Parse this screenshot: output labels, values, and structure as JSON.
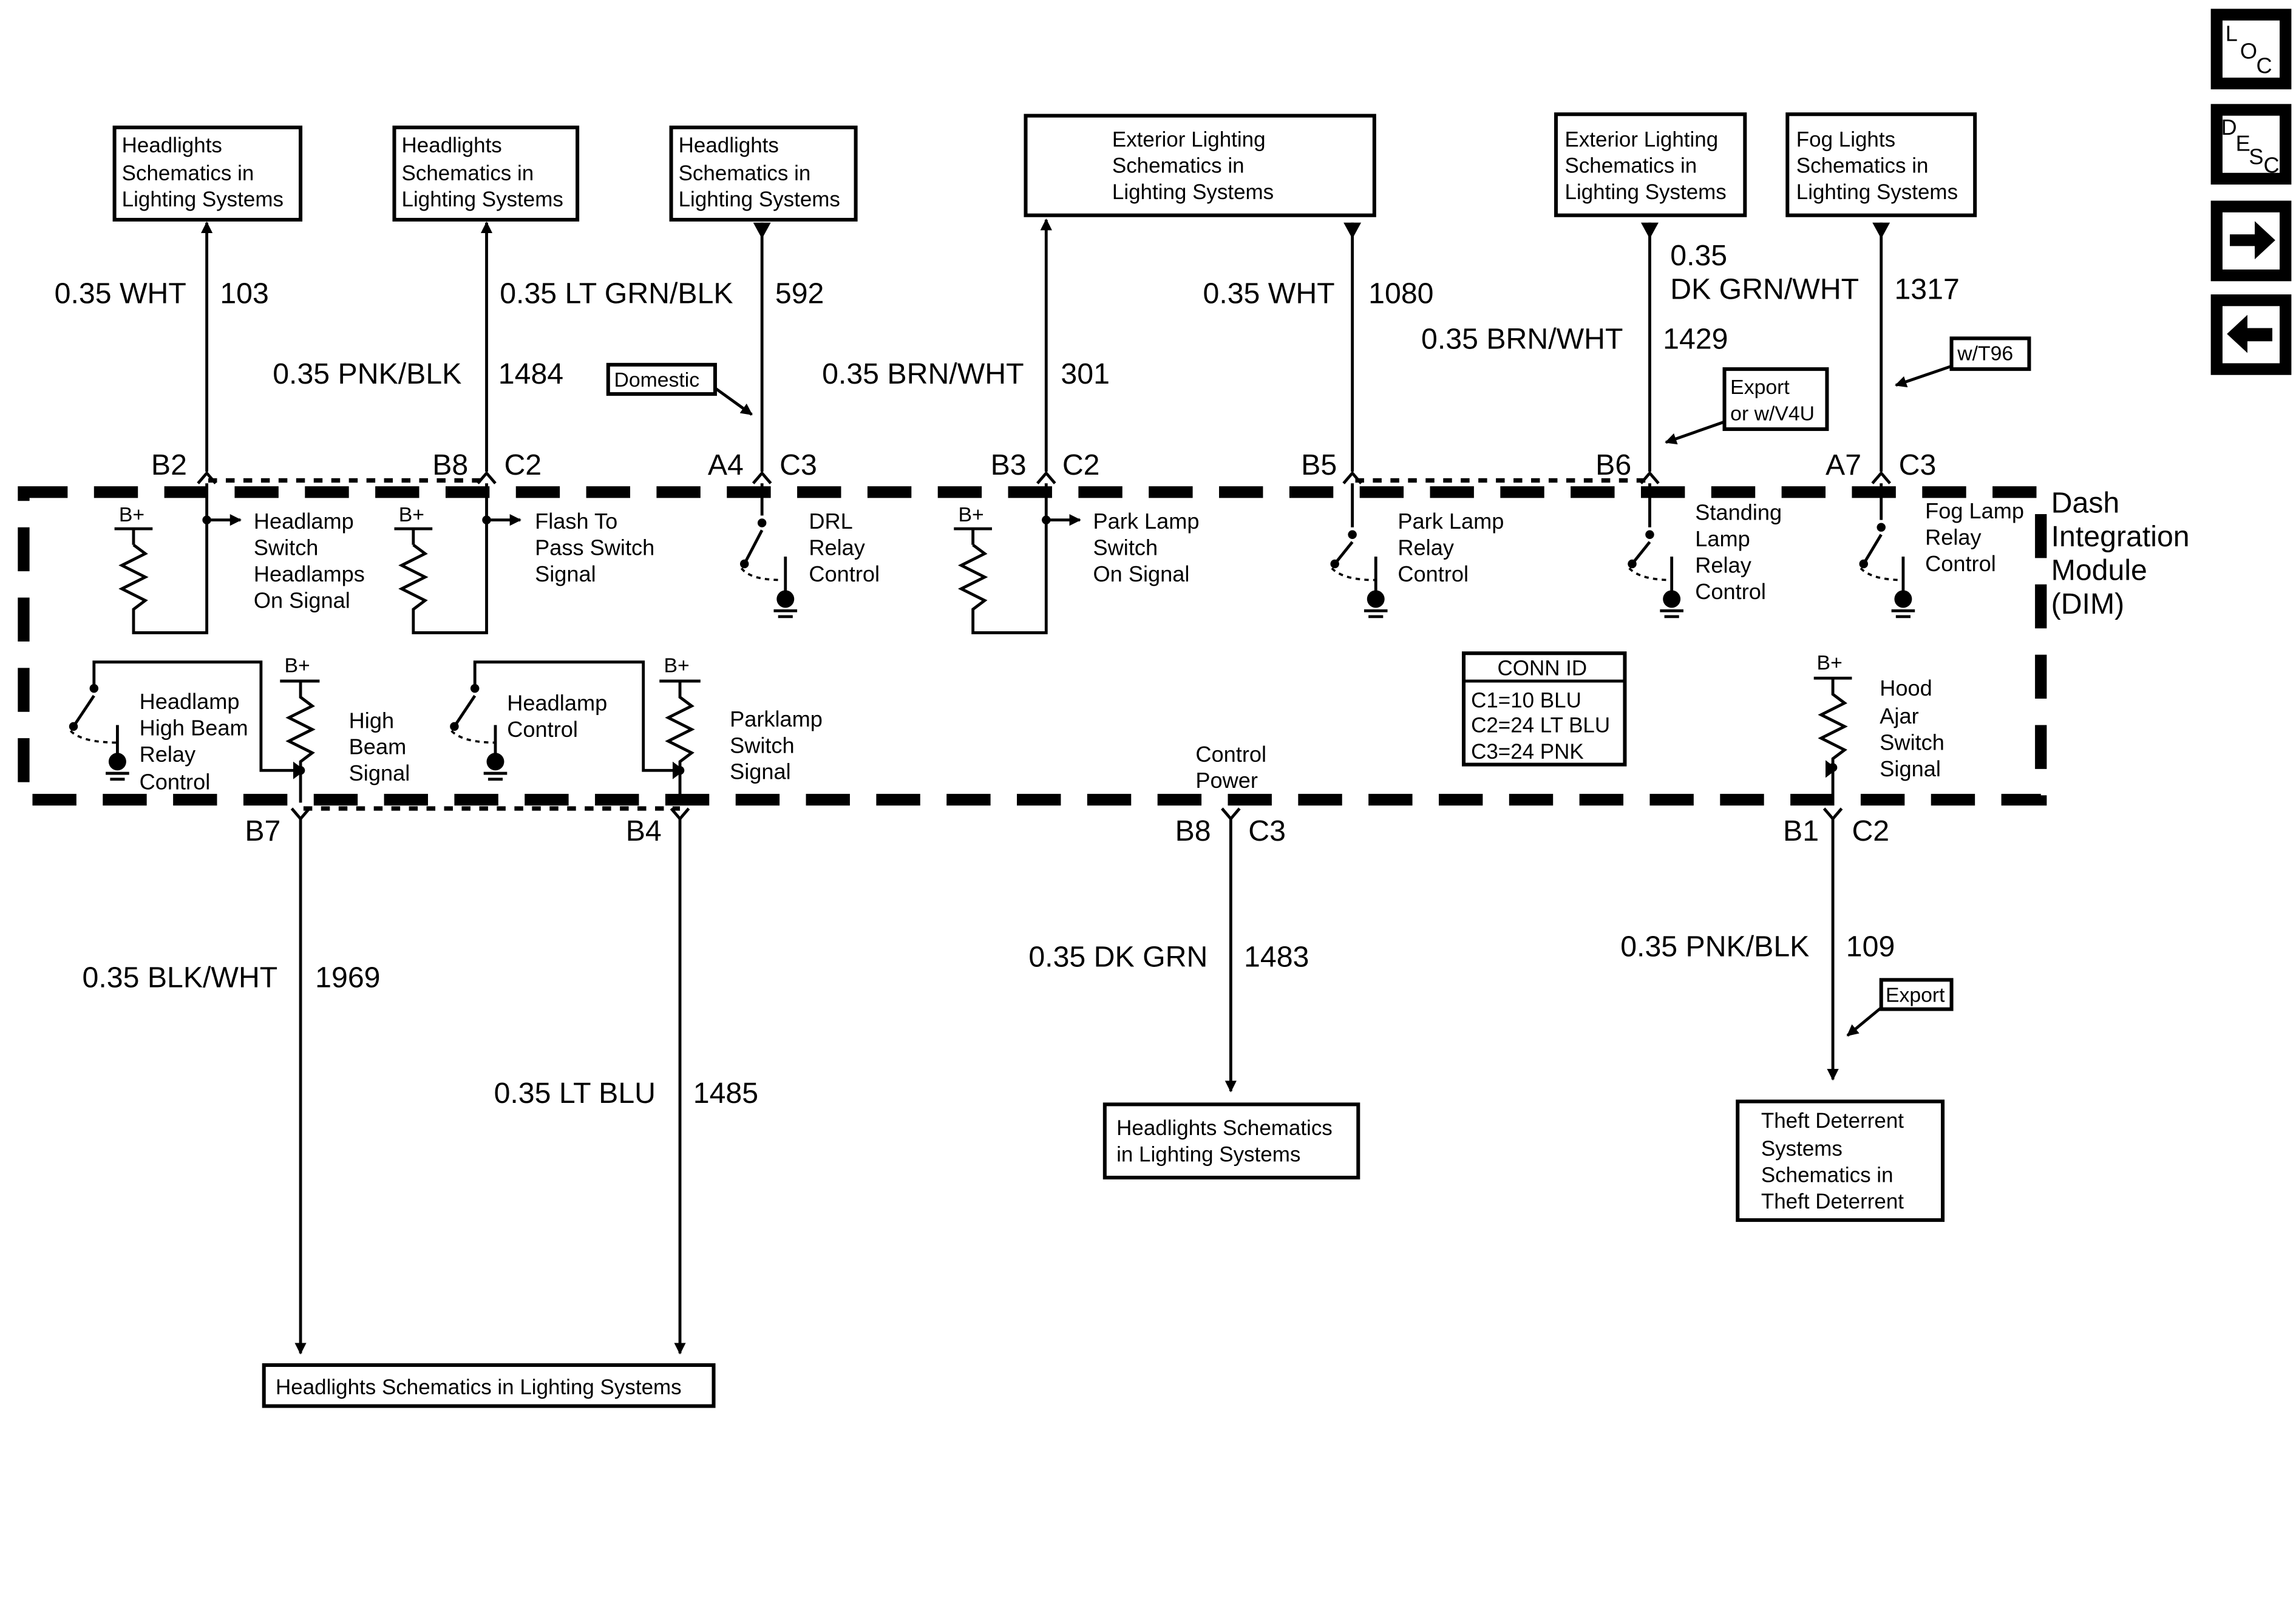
{
  "nav": {
    "loc": [
      "L",
      "O",
      "C"
    ],
    "desc": [
      "D",
      "E",
      "S",
      "C"
    ]
  },
  "module": {
    "name_lines": [
      "Dash",
      "Integration",
      "Module",
      "(DIM)"
    ]
  },
  "boxes": {
    "b1": [
      "Headlights",
      "Schematics in",
      "Lighting Systems"
    ],
    "b2": [
      "Headlights",
      "Schematics in",
      "Lighting Systems"
    ],
    "b3": [
      "Headlights",
      "Schematics in",
      "Lighting Systems"
    ],
    "b4": [
      "Exterior Lighting",
      "Schematics in",
      "Lighting Systems"
    ],
    "b5": [
      "Exterior Lighting",
      "Schematics in",
      "Lighting Systems"
    ],
    "b6": [
      "Fog Lights",
      "Schematics in",
      "Lighting Systems"
    ],
    "b7": [
      "Headlights Schematics in Lighting Systems"
    ],
    "b8": [
      "Headlights Schematics",
      "in Lighting Systems"
    ],
    "b9": [
      "Theft Deterrent",
      "Systems",
      "Schematics in",
      "Theft Deterrent"
    ]
  },
  "wires": {
    "w103": {
      "desc": "0.35 WHT",
      "num": "103"
    },
    "w1484": {
      "desc": "0.35 PNK/BLK",
      "num": "1484"
    },
    "w592": {
      "desc": "0.35 LT GRN/BLK",
      "num": "592"
    },
    "w301": {
      "desc": "0.35 BRN/WHT",
      "num": "301"
    },
    "w1080": {
      "desc": "0.35 WHT",
      "num": "1080"
    },
    "w1429": {
      "desc": "0.35 BRN/WHT",
      "num": "1429"
    },
    "w1317": {
      "desc_a": "0.35",
      "desc_b": "DK GRN/WHT",
      "num": "1317"
    },
    "w1969": {
      "desc": "0.35 BLK/WHT",
      "num": "1969"
    },
    "w1485": {
      "desc": "0.35 LT BLU",
      "num": "1485"
    },
    "w1483": {
      "desc": "0.35 DK GRN",
      "num": "1483"
    },
    "w109": {
      "desc": "0.35 PNK/BLK",
      "num": "109"
    }
  },
  "pins": {
    "B2": "B2",
    "B8": "B8",
    "C2": "C2",
    "A4": "A4",
    "C3": "C3",
    "B3": "B3",
    "B5": "B5",
    "B6": "B6",
    "A7": "A7",
    "B7": "B7",
    "B4": "B4",
    "B1": "B1"
  },
  "notes": {
    "domestic": "Domestic",
    "export_v4u": [
      "Export",
      "or w/V4U"
    ],
    "wt96": "w/T96",
    "export": "Export"
  },
  "bplus": "B+",
  "circuits": {
    "c1": [
      "Headlamp",
      "Switch",
      "Headlamps",
      "On Signal"
    ],
    "c2": [
      "Flash To",
      "Pass Switch",
      "Signal"
    ],
    "c3": [
      "DRL",
      "Relay",
      "Control"
    ],
    "c4": [
      "Park Lamp",
      "Switch",
      "On Signal"
    ],
    "c5": [
      "Park Lamp",
      "Relay",
      "Control"
    ],
    "c6": [
      "Standing",
      "Lamp",
      "Relay",
      "Control"
    ],
    "c7": [
      "Fog Lamp",
      "Relay",
      "Control"
    ],
    "c8": [
      "Headlamp",
      "High Beam",
      "Relay",
      "Control"
    ],
    "c9": [
      "High",
      "Beam",
      "Signal"
    ],
    "c10": [
      "Headlamp",
      "Control"
    ],
    "c11": [
      "Parklamp",
      "Switch",
      "Signal"
    ],
    "c12": [
      "Control",
      "Power"
    ],
    "c13": [
      "Hood",
      "Ajar",
      "Switch",
      "Signal"
    ]
  },
  "conn_id": {
    "title": "CONN ID",
    "lines": [
      "C1=10 BLU",
      "C2=24 LT BLU",
      "C3=24 PNK"
    ]
  }
}
